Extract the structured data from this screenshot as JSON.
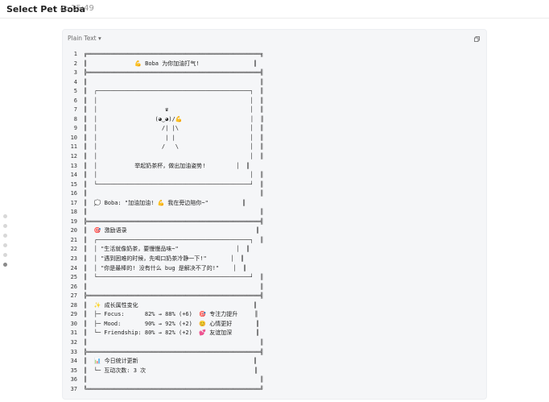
{
  "header": {
    "title": "Select Pet Boba",
    "time": "15:49"
  },
  "card": {
    "language_label": "Plain Text ▾"
  },
  "code_lines": [
    "╔═══════════════════════════════════════════════════╗",
    "║              💪 Boba 为你加油打气!                ║",
    "╠═══════════════════════════════════════════════════╣",
    "║                                                   ║",
    "║  ┌─────────────────────────────────────────────┐  ║",
    "║  │                                             │  ║",
    "║  │                    ♛                        │  ║",
    "║  │                 (◕‿◕)/💪                    │  ║",
    "║  │                   /| |\\                     │  ║",
    "║  │                    | |                      │  ║",
    "║  │                   /   \\                     │  ║",
    "║  │                                             │  ║",
    "║  │           举起奶茶杯，做出加油姿势!         │  ║",
    "║  │                                             │  ║",
    "║  └─────────────────────────────────────────────┘  ║",
    "║                                                   ║",
    "║  💭 Boba: \"加油加油! 💪 我在旁边陪你~\"          ║",
    "║                                                   ║",
    "╠═══════════════════════════════════════════════════╣",
    "║  🎯 激励语录                                      ║",
    "║  ┌─────────────────────────────────────────────┐  ║",
    "║  │ \"生活就像奶茶，要慢慢品味~\"                 │  ║",
    "║  │ \"遇到困难的时候，先喝口奶茶冷静一下!\"       │  ║",
    "║  │ \"你是最棒的! 没有什么 bug 是解决不了的!\"    │  ║",
    "║  └─────────────────────────────────────────────┘  ║",
    "║                                                   ║",
    "╠═══════════════════════════════════════════════════╣",
    "║  ✨ 成长属性变化                                  ║",
    "║  ├─ Focus:      82% → 88% (+6)  🎯 专注力提升     ║",
    "║  ├─ Mood:       90% → 92% (+2)  😊 心情更好       ║",
    "║  └─ Friendship: 80% → 82% (+2)  💕 友谊加深       ║",
    "║                                                   ║",
    "╠═══════════════════════════════════════════════════╣",
    "║  📊 今日统计更新                                  ║",
    "║  └─ 互动次数: 3 次                                ║",
    "║                                                   ║",
    "╚═══════════════════════════════════════════════════╝"
  ]
}
